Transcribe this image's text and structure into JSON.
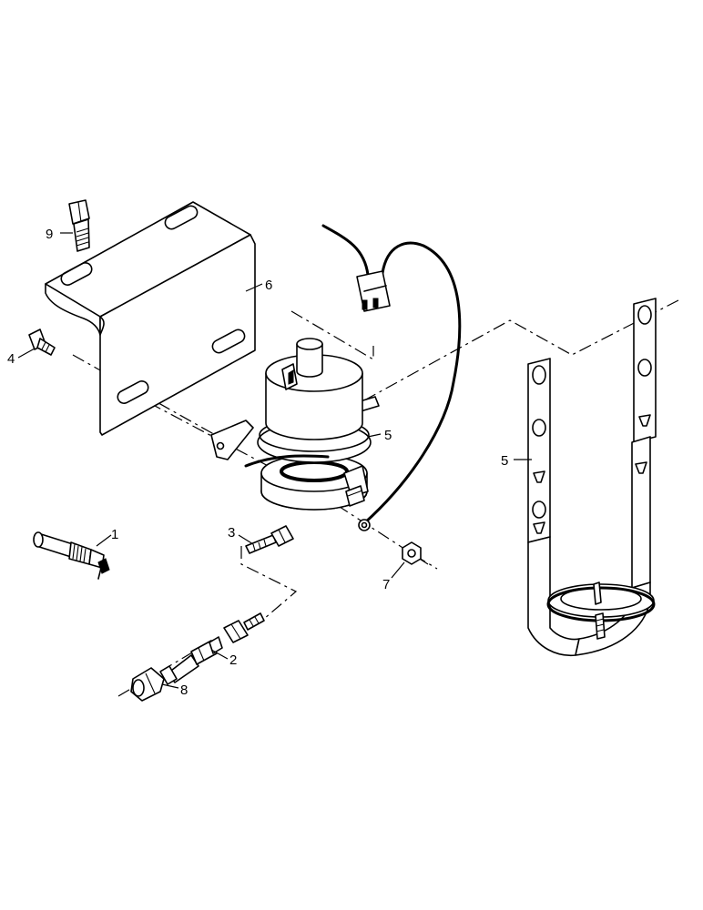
{
  "callouts": {
    "c1": "1",
    "c2": "2",
    "c3": "3",
    "c4": "4",
    "c5a": "5",
    "c5b": "5",
    "c6": "6",
    "c7": "7",
    "c8": "8",
    "c9": "9"
  }
}
